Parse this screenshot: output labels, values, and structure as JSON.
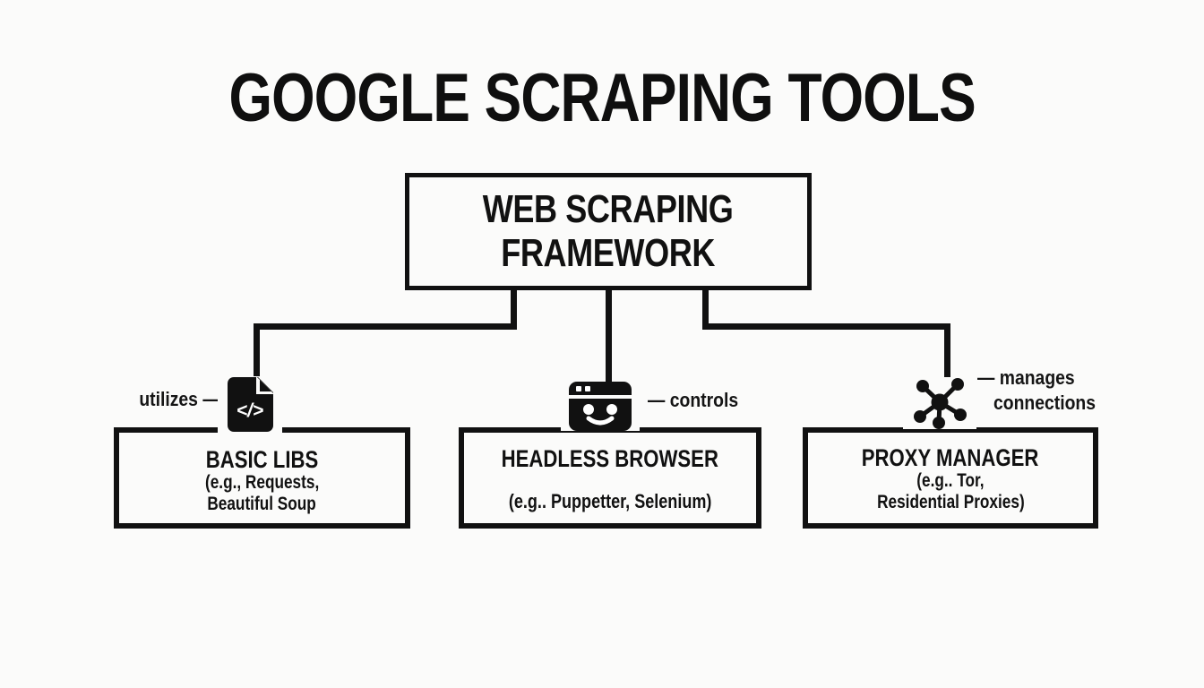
{
  "page": {
    "title": "GOOGLE SCRAPING TOOLS"
  },
  "colors": {
    "ink": "#111111",
    "background": "#fbfbfa"
  },
  "root_node": {
    "line1": "WEB SCRAPING",
    "line2": "FRAMEWORK"
  },
  "nodes": [
    {
      "id": "basic-libs",
      "icon": "code-file-icon",
      "relation_label": "utilizes —",
      "title": "BASIC LIBS",
      "subtitle_line1": "(e.g., Requests,",
      "subtitle_line2": "Beautiful Soup"
    },
    {
      "id": "headless-browser",
      "icon": "browser-smiley-icon",
      "relation_label": "— controls",
      "title": "HEADLESS BROWSER",
      "subtitle_line1": "(e.g.. Puppetter, Selenium)"
    },
    {
      "id": "proxy-manager",
      "icon": "network-hub-icon",
      "relation_label_line1": "— manages",
      "relation_label_line2": "connections",
      "title": "PROXY MANAGER",
      "subtitle_line1": "(e.g.. Tor,",
      "subtitle_line2": "Residential Proxies)"
    }
  ]
}
